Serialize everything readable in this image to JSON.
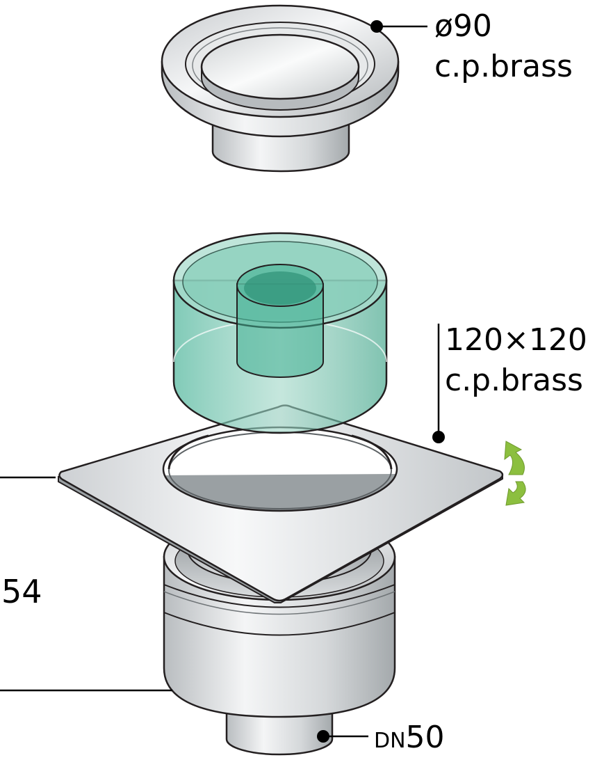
{
  "labels": {
    "cover": {
      "size": "ø90",
      "material": "c.p.brass"
    },
    "plate": {
      "size": "120×120",
      "material": "c.p.brass"
    },
    "height": "54",
    "outlet": {
      "prefix": "DN",
      "size": "50"
    }
  },
  "colors": {
    "line": "#231f20",
    "metal_light": "#f3f4f5",
    "metal_mid": "#c9ccce",
    "metal_dark": "#9ea3a6",
    "trap_fill": "#3fae91",
    "rotate_arrow": "#8cbf3f"
  }
}
